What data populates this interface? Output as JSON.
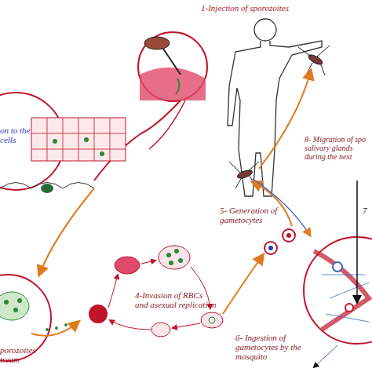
{
  "diagram": {
    "labels": [
      "1-Injection of sporozoites",
      "on to the cells",
      "8- Migration of spo salivary glands during the next",
      "7",
      "5- Generation of gametocytes",
      "4-Invasion of RBCs and asexual replication",
      "6- Ingestion of gametocytes by the mosquito",
      "porozoites tream"
    ]
  }
}
